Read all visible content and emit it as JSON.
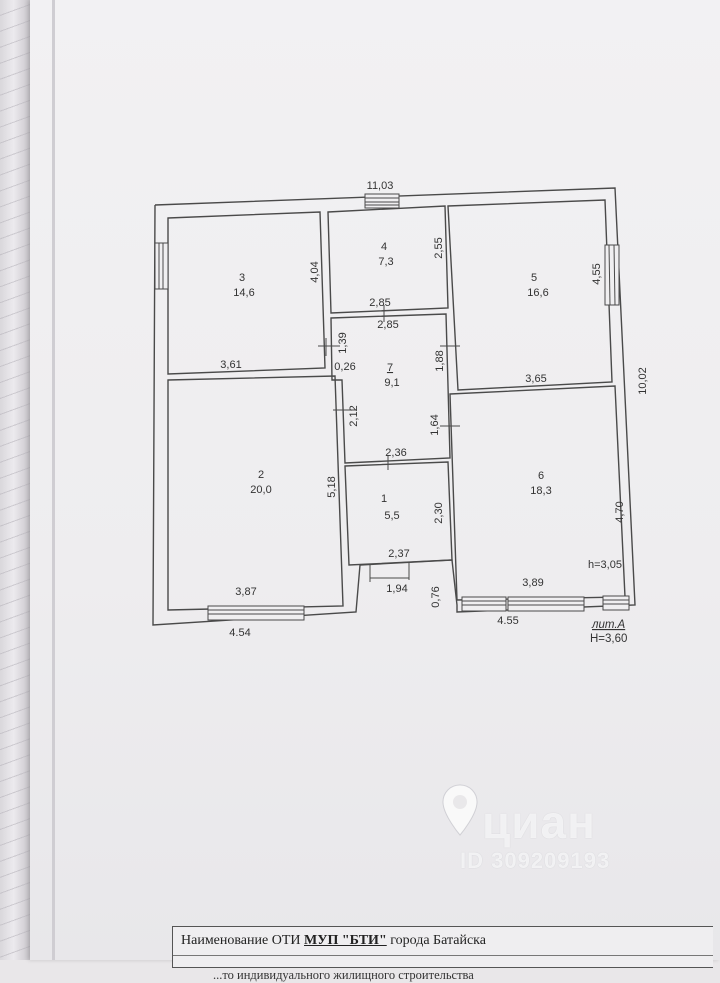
{
  "rooms": [
    {
      "number": "1",
      "area": "5,5"
    },
    {
      "number": "2",
      "area": "20,0"
    },
    {
      "number": "3",
      "area": "14,6"
    },
    {
      "number": "4",
      "area": "7,3"
    },
    {
      "number": "5",
      "area": "16,6"
    },
    {
      "number": "6",
      "area": "18,3"
    },
    {
      "number": "7",
      "area": "9,1"
    }
  ],
  "dimensions": {
    "overall_width": "11,03",
    "overall_height": "10,02",
    "r3_height": "4,04",
    "r3_width": "3,61",
    "r4_height": "2,55",
    "r4_width": "2,85",
    "r7_width_top": "2,85",
    "r7_door_upper": "1,39",
    "wall_offset": "0,26",
    "r7_height_right": "1,88",
    "r7_door_lower": "2,12",
    "r7_width_bottom": "2,36",
    "r5_height": "4,55",
    "r5_width": "3,65",
    "r6_height_left": "1,64",
    "r2_height": "5,18",
    "r2_width": "3,87",
    "r1_height": "2,30",
    "r1_width": "2,37",
    "porch_width": "1,94",
    "porch_depth": "0,76",
    "r6_height": "4,70",
    "r6_width": "3,89",
    "ceiling_height": "h=3,05",
    "left_base": "4.54",
    "right_base": "4.55"
  },
  "building": {
    "letter": "лит.А",
    "height": "H=3,60"
  },
  "footer": {
    "title_prefix": "Наименование ОТИ ",
    "org": "МУП \"БТИ\"",
    "title_suffix": " города Батайска",
    "subtitle": "...то индивидуального жилищного строительства"
  },
  "watermark": {
    "brand": "циан",
    "listing_id": "ID 309209193"
  }
}
